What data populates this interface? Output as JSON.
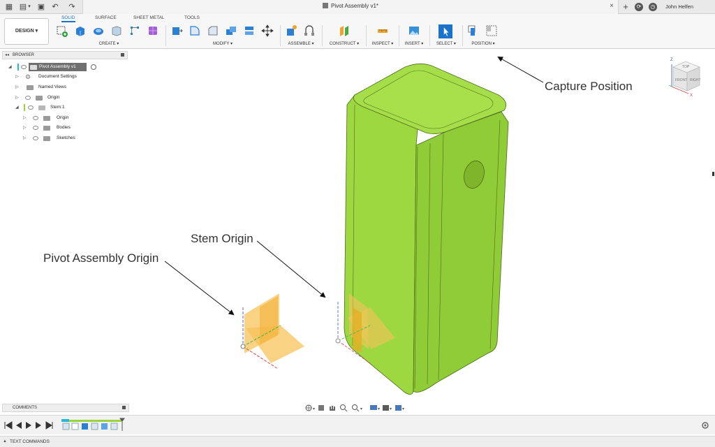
{
  "window": {
    "doc_title": "Pivot Assembly v1*",
    "user_name": "John Helfen"
  },
  "toolbar": {
    "design_label": "DESIGN ▾",
    "tabs": [
      "SOLID",
      "SURFACE",
      "SHEET METAL",
      "TOOLS"
    ],
    "groups": [
      "CREATE ▾",
      "MODIFY ▾",
      "ASSEMBLE ▾",
      "CONSTRUCT ▾",
      "INSPECT ▾",
      "INSERT ▾",
      "SELECT ▾",
      "POSITION ▾"
    ]
  },
  "browser": {
    "title": "BROWSER",
    "items": [
      {
        "label": "Pivot Assembly v1"
      },
      {
        "label": "Document Settings"
      },
      {
        "label": "Named Views"
      },
      {
        "label": "Origin"
      },
      {
        "label": "Stem:1"
      },
      {
        "label": "Origin"
      },
      {
        "label": "Bodies"
      },
      {
        "label": "Sketches"
      }
    ]
  },
  "comments": {
    "label": "COMMENTS"
  },
  "text_commands": {
    "label": "TEXT COMMANDS"
  },
  "annotations": {
    "capture_position": "Capture Position",
    "stem_origin": "Stem Origin",
    "pivot_origin": "Pivot Assembly Origin"
  },
  "viewcube": {
    "top": "TOP",
    "front": "FRONT",
    "right": "RIGHT",
    "axis_z": "Z",
    "axis_x": "X"
  },
  "colors": {
    "body_green": "#9bd63f",
    "body_green_dark": "#86c22f",
    "accent_blue": "#1a73c8",
    "plane_orange": "#f5b942"
  }
}
